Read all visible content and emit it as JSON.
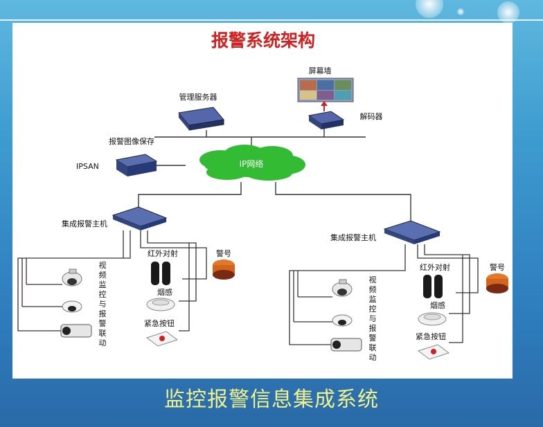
{
  "diagram": {
    "title": "报警系统架构",
    "nodes": {
      "screen_wall": "屏幕墙",
      "management_server": "管理服务器",
      "decoder": "解码器",
      "alarm_image_storage": "报警图像保存",
      "ipsan": "IPSAN",
      "ip_network": "IP网络",
      "left_host": "集成报警主机",
      "right_host": "集成报警主机",
      "left_video": [
        "视",
        "频",
        "监",
        "控",
        "与",
        "报",
        "警",
        "联",
        "动"
      ],
      "right_video": [
        "视",
        "频",
        "监",
        "控",
        "与",
        "报",
        "警",
        "联",
        "动"
      ],
      "infrared": "红外对射",
      "smoke": "烟感",
      "panic_button": "紧急按钮",
      "siren": "警号"
    }
  },
  "caption": "监控报警信息集成系统",
  "colors": {
    "accent_title": "#d21f1f",
    "caption": "#f1f28a",
    "cloud": "#33bb33"
  }
}
